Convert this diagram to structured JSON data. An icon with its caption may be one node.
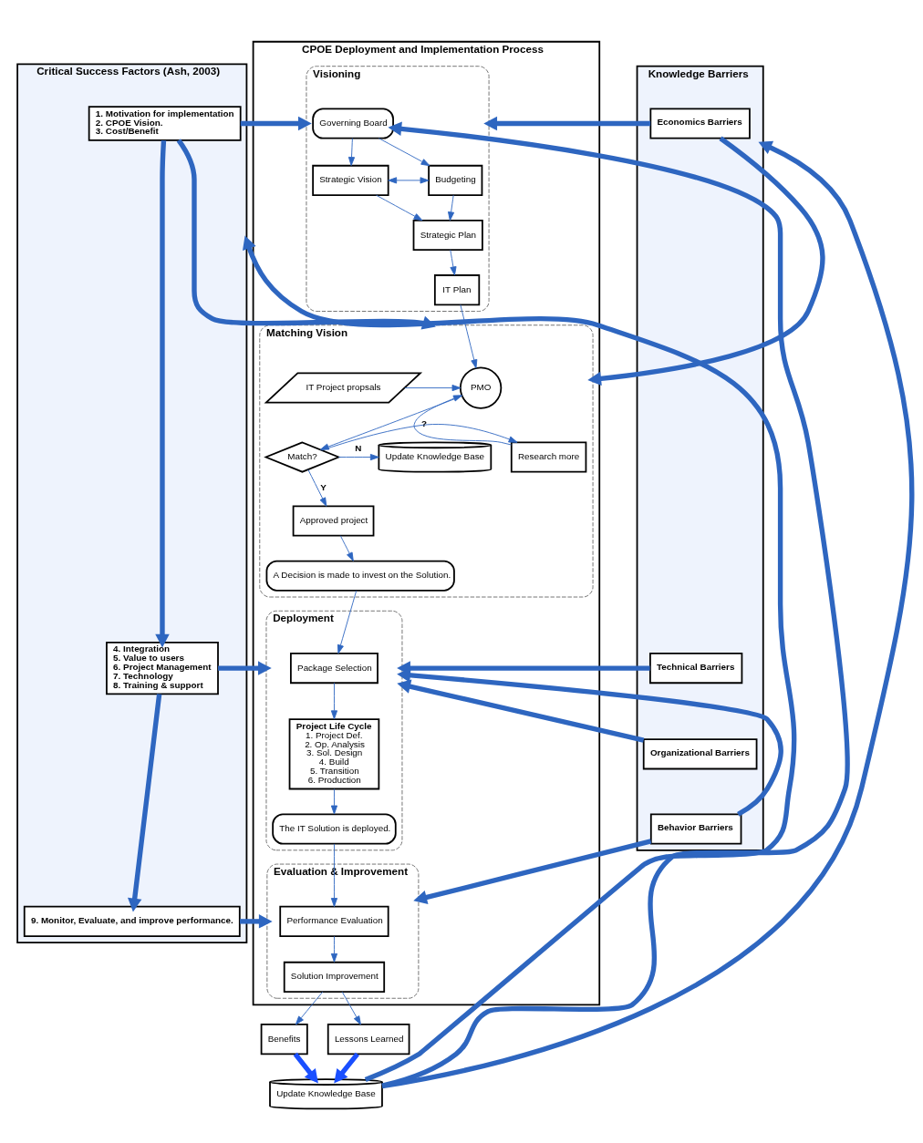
{
  "diagram": {
    "nodes": [
      {
        "text": [
          "Critical Success Factors (Ash, 2003)"
        ]
      },
      {
        "text": [
          "1. Motivation for implementation 2. CPOE Vision. 3. Cost/Benefit"
        ],
        "in": 0
      },
      {
        "text": [
          "4. Integration 5. Value to users 6. Project Management 7. Technology 8. Training & support"
        ],
        "in": 0
      },
      {
        "text": [
          "9. Monitor, Evaluate, and improve performance."
        ],
        "in": 0
      },
      {
        "text": [
          "CPOE Deployment and Implementation Process"
        ]
      },
      {
        "text": [
          "Visioning"
        ],
        "in": 4
      },
      {
        "text": [
          "Governing Board"
        ],
        "in": 5
      },
      {
        "text": [
          "Strategic Vision"
        ],
        "in": 5
      },
      {
        "text": [
          "Budgeting"
        ],
        "in": 5
      },
      {
        "text": [
          "Strategic Plan"
        ],
        "in": 5
      },
      {
        "text": [
          "IT Plan"
        ],
        "in": 5
      },
      {
        "text": [
          "Matching Vision"
        ],
        "in": 4
      },
      {
        "text": [
          "PMO"
        ],
        "in": 11
      },
      {
        "text": [
          "IT Project propsals"
        ],
        "in": 11
      },
      {
        "text": [
          "Research more"
        ],
        "in": 11
      },
      {
        "text": [
          "Match?"
        ],
        "in": 11
      },
      {
        "text": [
          "Update Knowledge Base"
        ],
        "in": 11
      },
      {
        "text": [
          "Approved project"
        ],
        "in": 11
      },
      {
        "text": [
          "A Decision is made to invest on the Solution."
        ],
        "in": 11
      },
      {
        "text": [
          "Deployment"
        ],
        "in": 4
      },
      {
        "text": [
          "Package Selection"
        ],
        "in": 19
      },
      {
        "text": [
          "Project Life Cycle",
          "1. Project Def. 2. Op. Analysis 3. Sol. Design 4. Build 5. Transition 6. Production"
        ],
        "in": 19
      },
      {
        "text": [
          "The IT Solution is deployed."
        ],
        "in": 19
      },
      {
        "text": [
          "Evaluation & Improvement"
        ],
        "in": 4
      },
      {
        "text": [
          "Performance Evaluation"
        ],
        "in": 23
      },
      {
        "text": [
          "Solution Improvement"
        ],
        "in": 23
      },
      {
        "text": [
          "Knowledge Barriers"
        ]
      },
      {
        "text": [
          "Economics Barriers"
        ],
        "in": 26
      },
      {
        "text": [
          "Technical Barriers"
        ],
        "in": 26
      },
      {
        "text": [
          "Organizational Barriers"
        ],
        "in": 26
      },
      {
        "text": [
          "Behavior Barriers"
        ],
        "in": 26
      },
      {
        "text": [
          "Benefits"
        ]
      },
      {
        "text": [
          "Lessons Learned"
        ]
      },
      {
        "text": [
          "Update Knowledge Base"
        ]
      }
    ],
    "edges": [
      {
        "from": 1,
        "to": 2,
        "arrow": "to",
        "style": "thick"
      },
      {
        "from": 2,
        "to": 3,
        "arrow": "to",
        "style": "thick"
      },
      {
        "from": 1,
        "to": 5,
        "arrow": "to",
        "style": "thick"
      },
      {
        "from": 1,
        "to": 11,
        "arrow": "to",
        "style": "thick"
      },
      {
        "from": 2,
        "to": 19,
        "arrow": "to",
        "style": "thick"
      },
      {
        "from": 3,
        "to": 23,
        "arrow": "to",
        "style": "thick"
      },
      {
        "from": 6,
        "to": 7,
        "arrow": "to"
      },
      {
        "from": 6,
        "to": 8,
        "arrow": "to"
      },
      {
        "from": 7,
        "to": 8,
        "arrow": "both"
      },
      {
        "from": 7,
        "to": 9,
        "arrow": "to"
      },
      {
        "from": 8,
        "to": 9,
        "arrow": "to"
      },
      {
        "from": 9,
        "to": 10,
        "arrow": "to"
      },
      {
        "from": 10,
        "to": 12,
        "arrow": "to"
      },
      {
        "from": 13,
        "to": 12,
        "arrow": "to"
      },
      {
        "from": 14,
        "to": 12,
        "arrow": "to"
      },
      {
        "from": 12,
        "to": 15,
        "arrow": "to"
      },
      {
        "from": 15,
        "to": 14,
        "arrow": "to",
        "label": "?"
      },
      {
        "from": 15,
        "to": 16,
        "arrow": "to",
        "label": "N"
      },
      {
        "from": 15,
        "to": 17,
        "arrow": "to",
        "label": "Y"
      },
      {
        "from": 17,
        "to": 18,
        "arrow": "to"
      },
      {
        "from": 18,
        "to": 20,
        "arrow": "to"
      },
      {
        "from": 20,
        "to": 21,
        "arrow": "to"
      },
      {
        "from": 21,
        "to": 22,
        "arrow": "to"
      },
      {
        "from": 22,
        "to": 24,
        "arrow": "to"
      },
      {
        "from": 24,
        "to": 25,
        "arrow": "to"
      },
      {
        "from": 25,
        "to": 31,
        "arrow": "to"
      },
      {
        "from": 25,
        "to": 32,
        "arrow": "to"
      },
      {
        "from": 31,
        "to": 33,
        "arrow": "to",
        "style": "thick",
        "color": "#1a4fff"
      },
      {
        "from": 32,
        "to": 33,
        "arrow": "to",
        "style": "thick",
        "color": "#1a4fff"
      },
      {
        "from": 33,
        "to": 0,
        "arrow": "to",
        "style": "thick"
      },
      {
        "from": 33,
        "to": 6,
        "arrow": "to",
        "style": "thick"
      },
      {
        "from": 33,
        "to": 26,
        "arrow": "to",
        "style": "thick"
      },
      {
        "from": 27,
        "to": 5,
        "arrow": "to",
        "style": "thick"
      },
      {
        "from": 27,
        "to": 11,
        "arrow": "to",
        "style": "thick"
      },
      {
        "from": 28,
        "to": 19,
        "arrow": "to",
        "style": "thick"
      },
      {
        "from": 29,
        "to": 19,
        "arrow": "to",
        "style": "thick"
      },
      {
        "from": 30,
        "to": 19,
        "arrow": "to",
        "style": "thick"
      },
      {
        "from": 30,
        "to": 23,
        "arrow": "to",
        "style": "thick"
      }
    ]
  }
}
